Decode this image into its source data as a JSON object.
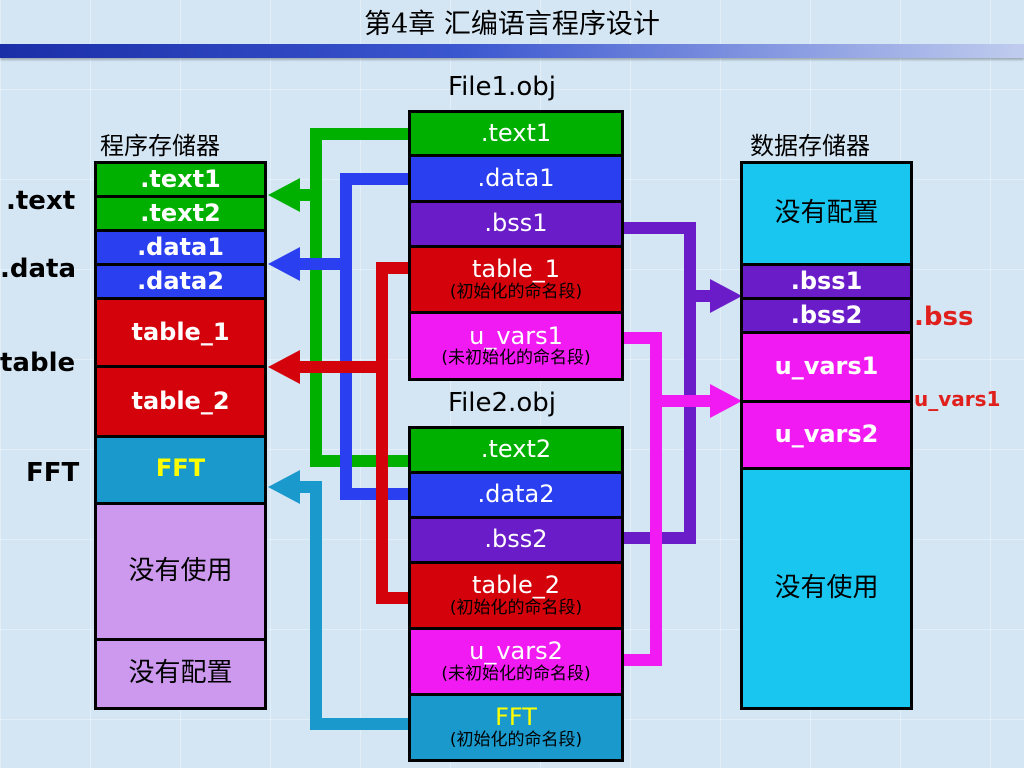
{
  "page": {
    "title": "第4章  汇编语言程序设计"
  },
  "left_column": {
    "title": "程序存储器",
    "side_labels": [
      ".text",
      ".data",
      "table",
      "FFT"
    ],
    "boxes": [
      {
        "label": ".text1",
        "color": "green"
      },
      {
        "label": ".text2",
        "color": "green"
      },
      {
        "label": ".data1",
        "color": "blue"
      },
      {
        "label": ".data2",
        "color": "blue"
      },
      {
        "label": "table_1",
        "color": "red"
      },
      {
        "label": "table_2",
        "color": "red"
      },
      {
        "label": "FFT",
        "color": "teal"
      },
      {
        "label": "没有使用",
        "color": "lavender"
      },
      {
        "label": "没有配置",
        "color": "lavender"
      }
    ]
  },
  "file1": {
    "title": "File1.obj",
    "boxes": [
      {
        "label": ".text1",
        "note": ""
      },
      {
        "label": ".data1",
        "note": ""
      },
      {
        "label": ".bss1",
        "note": ""
      },
      {
        "label": "table_1",
        "note": "(初始化的命名段)"
      },
      {
        "label": "u_vars1",
        "note": "(未初始化的命名段)"
      }
    ]
  },
  "file2": {
    "title": "File2.obj",
    "boxes": [
      {
        "label": ".text2",
        "note": ""
      },
      {
        "label": ".data2",
        "note": ""
      },
      {
        "label": ".bss2",
        "note": ""
      },
      {
        "label": "table_2",
        "note": "(初始化的命名段)"
      },
      {
        "label": "u_vars2",
        "note": "(未初始化的命名段)"
      },
      {
        "label": "FFT",
        "note": "(初始化的命名段)"
      }
    ]
  },
  "right_column": {
    "title": "数据存储器",
    "side_labels": [
      ".bss",
      "u_vars1"
    ],
    "boxes": [
      {
        "label": "没有配置",
        "color": "cyan"
      },
      {
        "label": ".bss1",
        "color": "purple"
      },
      {
        "label": ".bss2",
        "color": "purple"
      },
      {
        "label": "u_vars1",
        "color": "magenta"
      },
      {
        "label": "u_vars2",
        "color": "magenta"
      },
      {
        "label": "没有使用",
        "color": "cyan"
      }
    ]
  },
  "colors": {
    "green": "#00b000",
    "blue": "#2a3ff0",
    "purple": "#6a1cc8",
    "red": "#d4020b",
    "magenta": "#f21af2",
    "teal": "#1a99cc",
    "lavender": "#cc99ee",
    "cyan": "#19c6f0"
  }
}
